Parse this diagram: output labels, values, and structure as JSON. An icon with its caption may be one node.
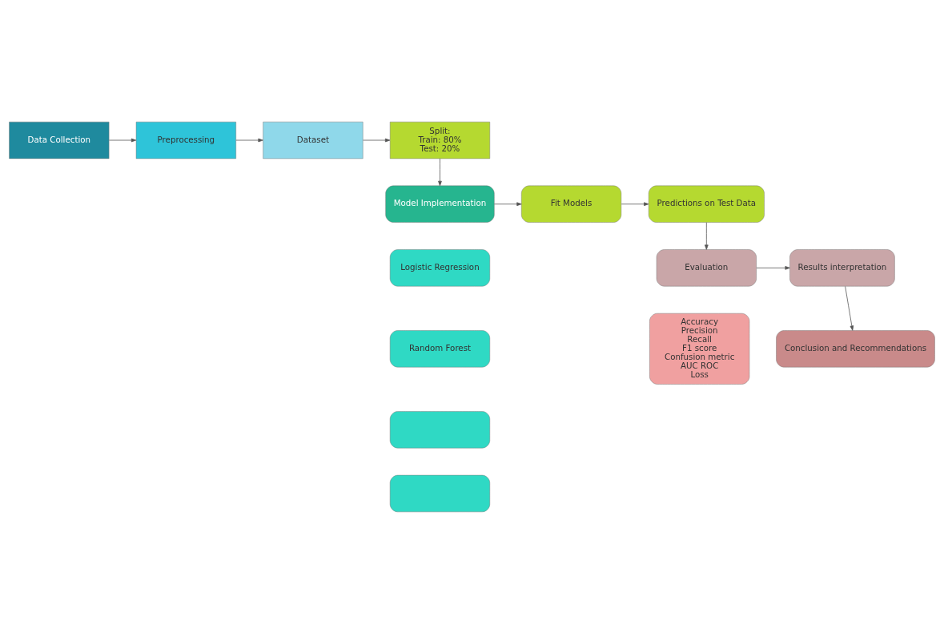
{
  "diagram": {
    "nodes": [
      {
        "text": [
          "Data Collection"
        ]
      },
      {
        "text": [
          "Preprocessing"
        ]
      },
      {
        "text": [
          "Dataset"
        ]
      },
      {
        "text": [
          "Split:",
          "Train: 80%",
          "Test: 20%"
        ]
      },
      {
        "text": [
          "Model Implementation"
        ]
      },
      {
        "text": [
          "Logistic Regression"
        ]
      },
      {
        "text": [
          "Random Forest"
        ]
      },
      {
        "text": [],
        "shape": "box"
      },
      {
        "text": [],
        "shape": "box"
      },
      {
        "text": [
          "Fit Models"
        ]
      },
      {
        "text": [
          "Predictions on Test Data"
        ]
      },
      {
        "text": [
          "Evaluation"
        ]
      },
      {
        "text": [
          "Accuracy",
          "Precision",
          "Recall",
          "F1 score",
          "Confusion metric",
          "AUC ROC",
          "Loss"
        ]
      },
      {
        "text": [
          "Results interpretation"
        ]
      },
      {
        "text": [
          "Conclusion and Recommendations"
        ]
      }
    ],
    "edges": [
      {
        "from": 0,
        "to": 1,
        "arrow": "to"
      },
      {
        "from": 1,
        "to": 2,
        "arrow": "to"
      },
      {
        "from": 2,
        "to": 3,
        "arrow": "to"
      },
      {
        "from": 3,
        "to": 4,
        "arrow": "to"
      },
      {
        "from": 4,
        "to": 9,
        "arrow": "to"
      },
      {
        "from": 9,
        "to": 10,
        "arrow": "to"
      },
      {
        "from": 10,
        "to": 11,
        "arrow": "to"
      },
      {
        "from": 11,
        "to": 13,
        "arrow": "to"
      },
      {
        "from": 13,
        "to": 14,
        "arrow": "to"
      }
    ]
  }
}
